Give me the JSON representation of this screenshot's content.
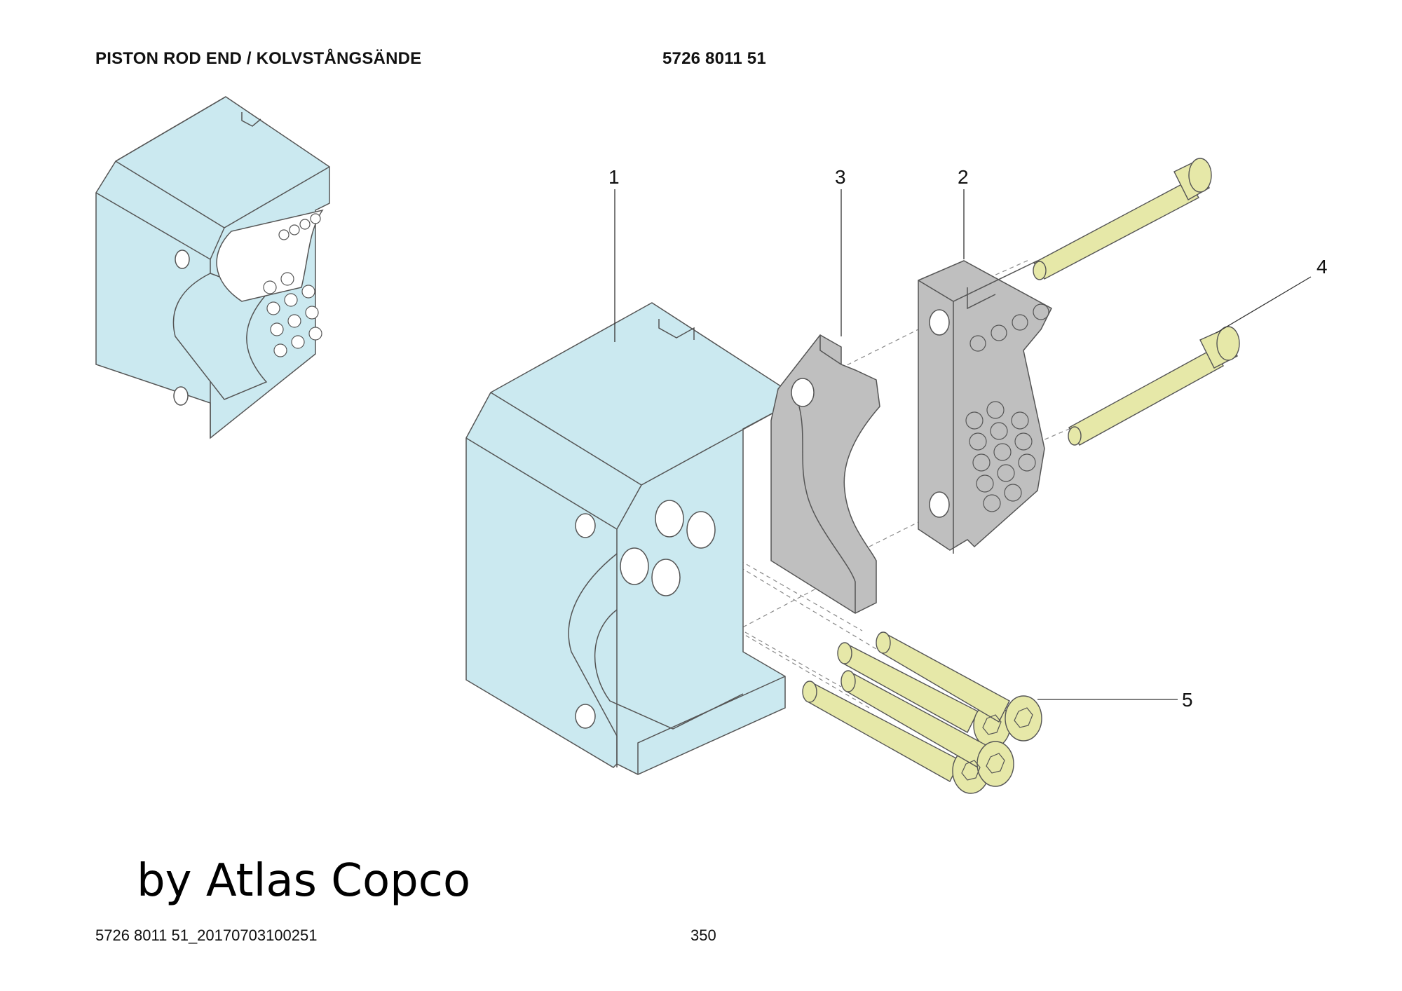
{
  "header": {
    "title": "PISTON ROD END / KOLVSTÅNGSÄNDE",
    "part_number": "5726 8011 51"
  },
  "watermark": "by Atlas Copco",
  "footer": {
    "document_ref": "5726 8011 51_20170703100251",
    "page_number": "350"
  },
  "callouts": [
    "1",
    "2",
    "3",
    "4",
    "5"
  ],
  "colors": {
    "housing": "#cbe9f0",
    "wedge": "#bfbfbf",
    "screw": "#e6e8a8",
    "outline": "#555555"
  }
}
